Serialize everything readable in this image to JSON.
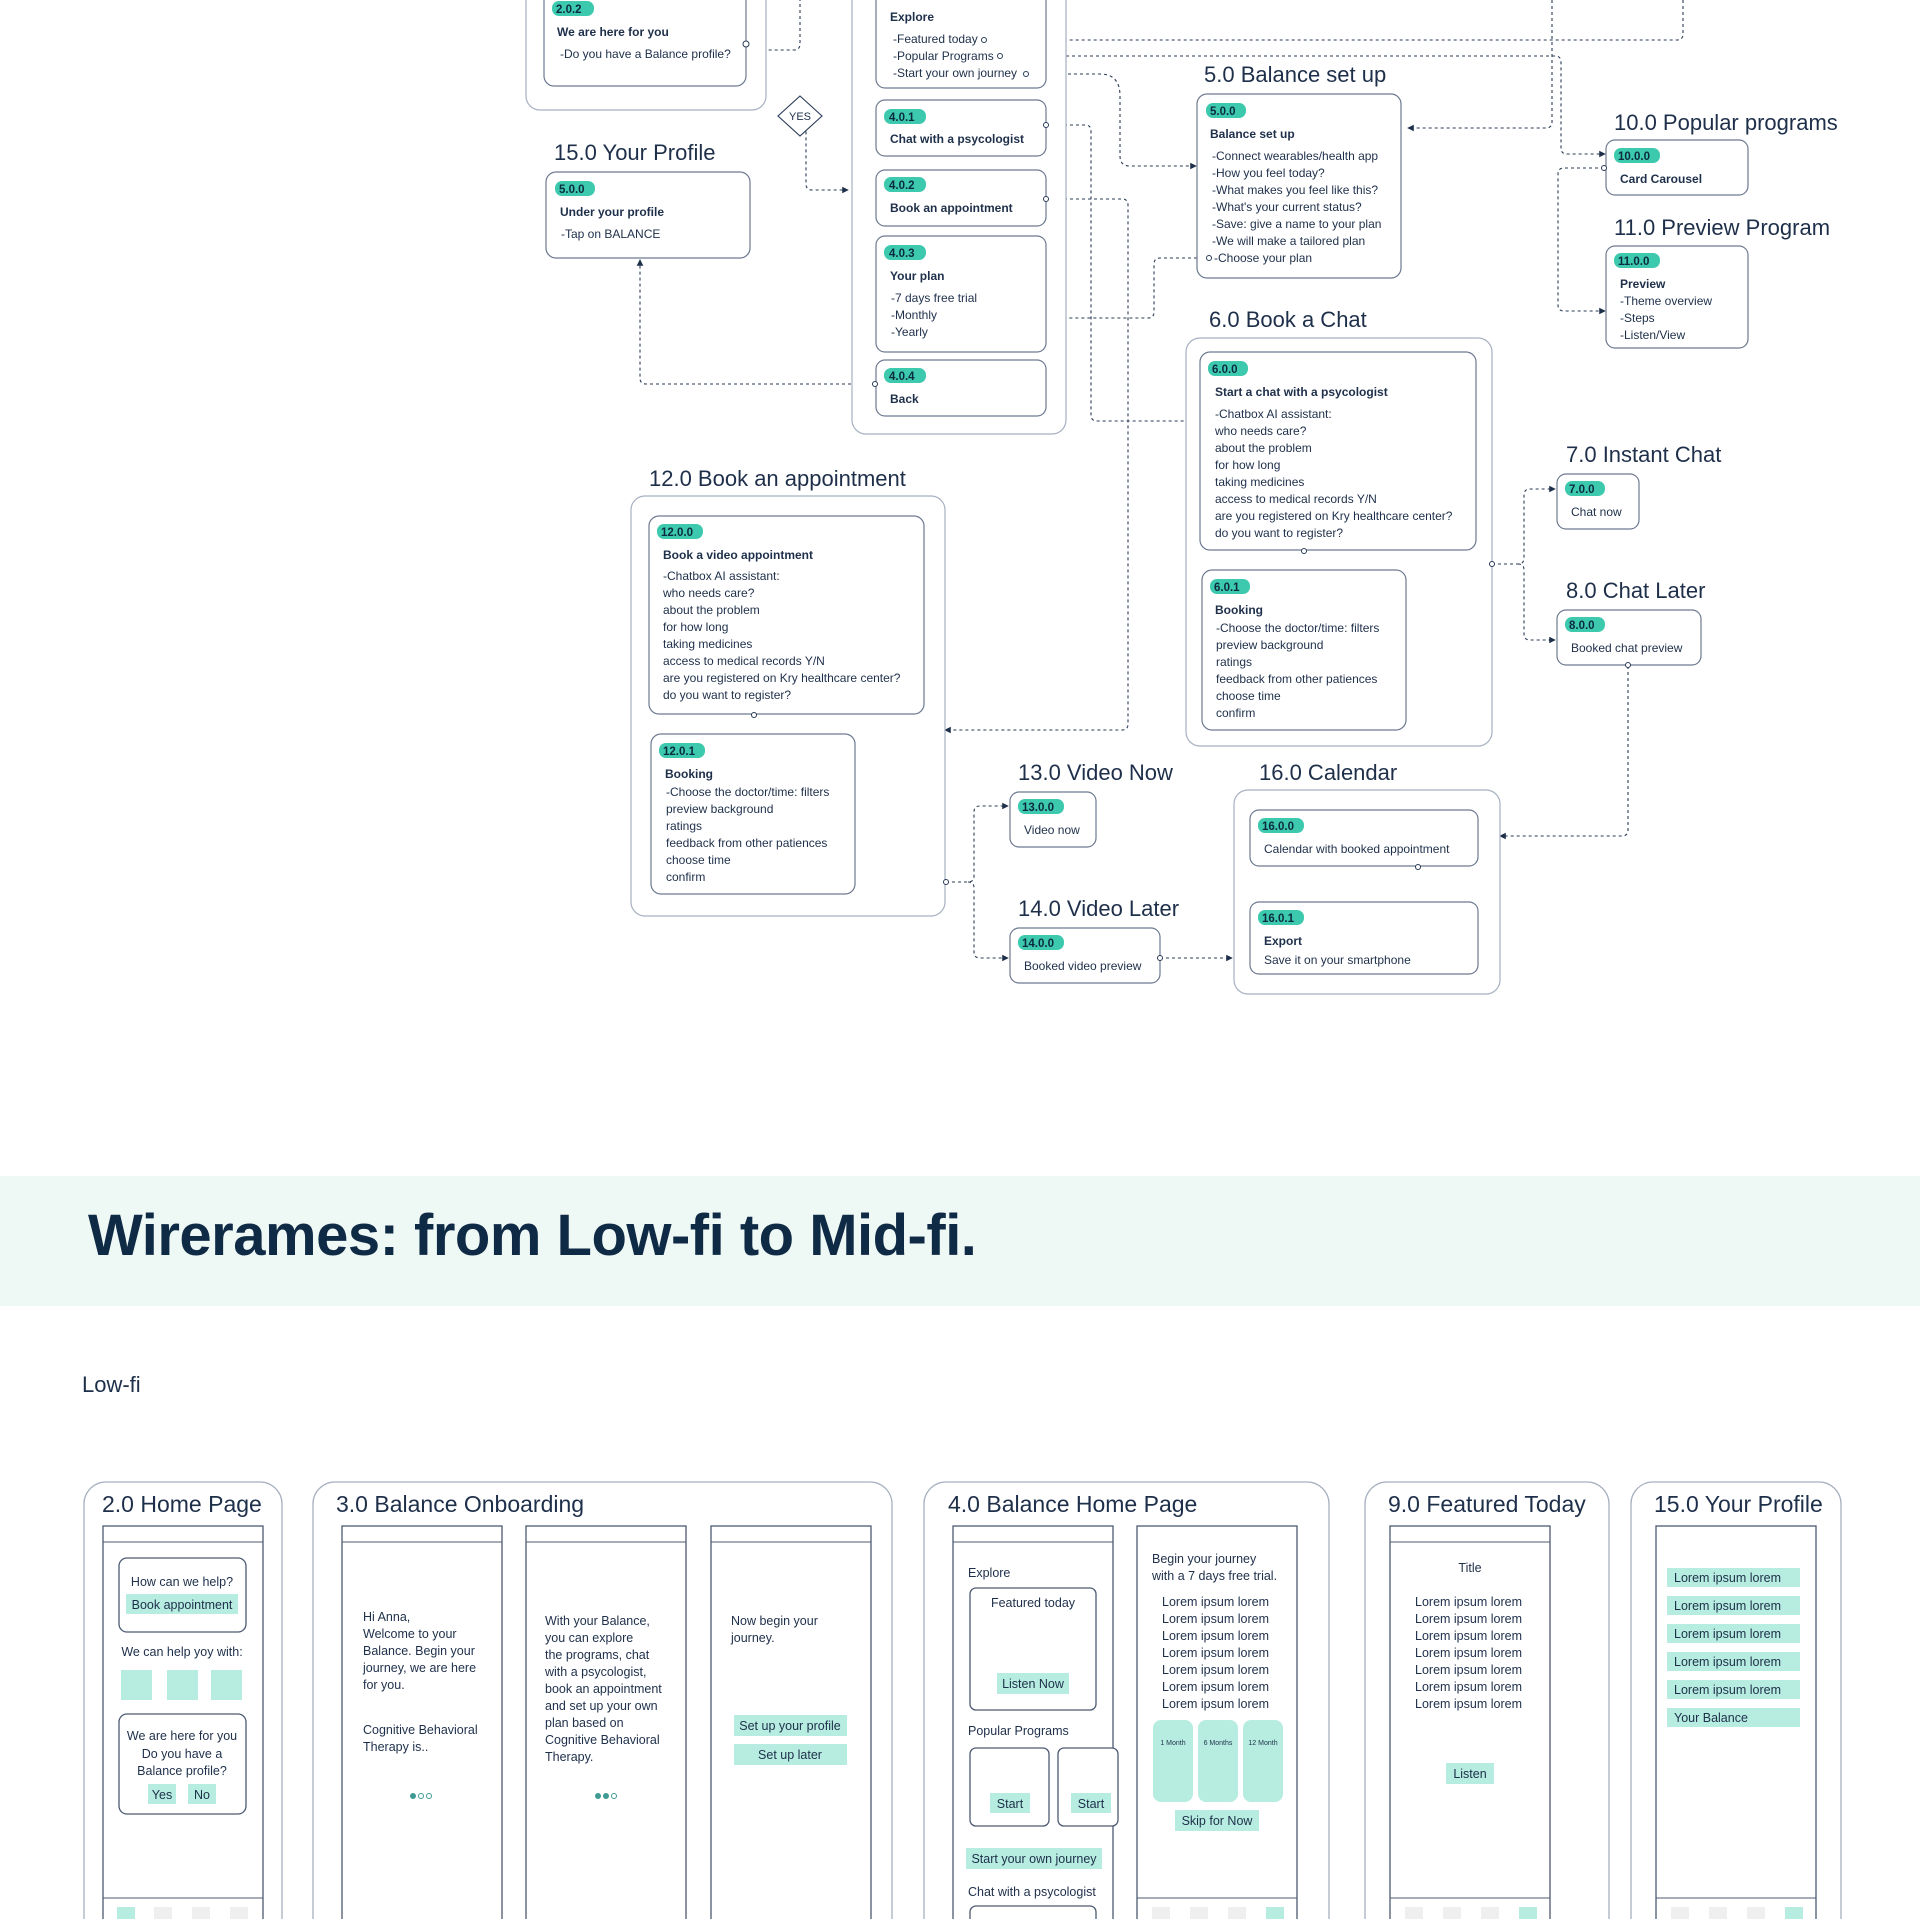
{
  "flowchart": {
    "yes_label": "YES",
    "top_box_202": {
      "tag": "2.0.2",
      "title": "We are here for you",
      "lines": [
        "-Do you have a Balance profile?"
      ]
    },
    "explore_box": {
      "title": "Explore",
      "lines": [
        "-Featured today",
        "-Popular Programs",
        "-Start your own journey"
      ]
    },
    "box_401": {
      "tag": "4.0.1",
      "title": "Chat with a psycologist"
    },
    "box_402": {
      "tag": "4.0.2",
      "title": "Book an appointment"
    },
    "box_403": {
      "tag": "4.0.3",
      "title": "Your plan",
      "lines": [
        "-7 days free trial",
        "-Monthly",
        "-Yearly"
      ]
    },
    "box_404": {
      "tag": "4.0.4",
      "title": "Back"
    },
    "profile": {
      "heading": "15.0 Your Profile",
      "tag": "5.0.0",
      "title": "Under your profile",
      "lines": [
        "-Tap on BALANCE"
      ]
    },
    "balance_setup": {
      "heading": "5.0 Balance set up",
      "tag": "5.0.0",
      "title": "Balance set up",
      "lines": [
        "-Connect wearables/health app",
        "-How you feel today?",
        "-What makes you feel like this?",
        "-What's your current status?",
        "-Save: give a name to your plan",
        "-We will make a tailored plan",
        "-Choose your plan"
      ]
    },
    "popular": {
      "heading": "10.0 Popular programs",
      "tag": "10.0.0",
      "title": "Card Carousel"
    },
    "preview": {
      "heading": "11.0 Preview Program",
      "tag": "11.0.0",
      "title": "Preview",
      "lines": [
        "-Theme overview",
        "-Steps",
        "-Listen/View"
      ]
    },
    "book_chat": {
      "heading": "6.0 Book a Chat",
      "box1": {
        "tag": "6.0.0",
        "title": "Start a chat with a psycologist",
        "lines": [
          "-Chatbox AI assistant:",
          "who needs care?",
          "about the problem",
          "for how long",
          "taking medicines",
          "access to medical records Y/N",
          "are you registered on Kry healthcare center?",
          "do you want to register?"
        ]
      },
      "box2": {
        "tag": "6.0.1",
        "title": "Booking",
        "lines": [
          "-Choose the doctor/time: filters",
          "preview background",
          "ratings",
          "feedback from other patiences",
          "choose time",
          "confirm"
        ]
      }
    },
    "instant_chat": {
      "heading": "7.0 Instant Chat",
      "tag": "7.0.0",
      "title": "Chat now"
    },
    "chat_later": {
      "heading": "8.0 Chat Later",
      "tag": "8.0.0",
      "title": "Booked chat preview"
    },
    "book_appt": {
      "heading": "12.0 Book an appointment",
      "box1": {
        "tag": "12.0.0",
        "title": "Book a video appointment",
        "lines": [
          "-Chatbox AI assistant:",
          "who needs care?",
          "about the problem",
          "for how long",
          "taking medicines",
          "access to medical records Y/N",
          "are you registered on Kry healthcare center?",
          "do you want to register?"
        ]
      },
      "box2": {
        "tag": "12.0.1",
        "title": "Booking",
        "lines": [
          "-Choose the doctor/time: filters",
          "preview background",
          "ratings",
          "feedback from other patiences",
          "choose time",
          "confirm"
        ]
      }
    },
    "video_now": {
      "heading": "13.0 Video Now",
      "tag": "13.0.0",
      "title": "Video now"
    },
    "video_later": {
      "heading": "14.0 Video Later",
      "tag": "14.0.0",
      "title": "Booked video preview"
    },
    "calendar": {
      "heading": "16.0 Calendar",
      "box1": {
        "tag": "16.0.0",
        "title": "Calendar with booked appointment"
      },
      "box2": {
        "tag": "16.0.1",
        "title": "Export",
        "lines": [
          "Save it on your smartphone"
        ]
      }
    }
  },
  "section": {
    "title": "Wirerames: from Low-fi to Mid-fi.",
    "sublabel": "Low-fi"
  },
  "wireframes": {
    "home": {
      "title": "2.0 Home Page",
      "help_q": "How can we help?",
      "book_btn": "Book appointment",
      "help_with": "We can help yoy with:",
      "here_title": "We are here for you",
      "profile_q": [
        "Do you have a",
        "Balance profile?"
      ],
      "yes": "Yes",
      "no": "No"
    },
    "onboarding": {
      "title": "3.0 Balance Onboarding",
      "screen1": [
        "Hi Anna,",
        "Welcome to your",
        "Balance. Begin your",
        "journey, we are here",
        "for you."
      ],
      "screen1b": [
        "Cognitive Behavioral",
        "Therapy is.."
      ],
      "screen2": [
        "With your Balance,",
        "you can explore",
        "the programs, chat",
        "with a psycologist,",
        "book an appointment",
        "and set up your own",
        "plan based on",
        "Cognitive Behavioral",
        "Therapy."
      ],
      "screen3": [
        "Now begin your",
        "journey."
      ],
      "setup_btn": "Set up your profile",
      "later_btn": "Set up later"
    },
    "balance_home": {
      "title": "4.0 Balance Home Page",
      "explore": "Explore",
      "featured": "Featured today",
      "listen_now": "Listen Now",
      "popular": "Popular Programs",
      "start": "Start",
      "own_journey": "Start your own journey",
      "chat": "Chat with a psycologist",
      "journey_title": [
        "Begin your journey",
        "with a 7 days free trial."
      ],
      "lorem": "Lorem ipsum lorem",
      "plans": [
        "1 Month",
        "6 Months",
        "12 Month"
      ],
      "skip": "Skip for Now"
    },
    "featured": {
      "title": "9.0 Featured Today",
      "heading": "Title",
      "lorem": "Lorem ipsum lorem",
      "listen": "Listen"
    },
    "profile": {
      "title": "15.0 Your Profile",
      "lorem": "Lorem ipsum lorem",
      "balance": "Your Balance"
    }
  }
}
